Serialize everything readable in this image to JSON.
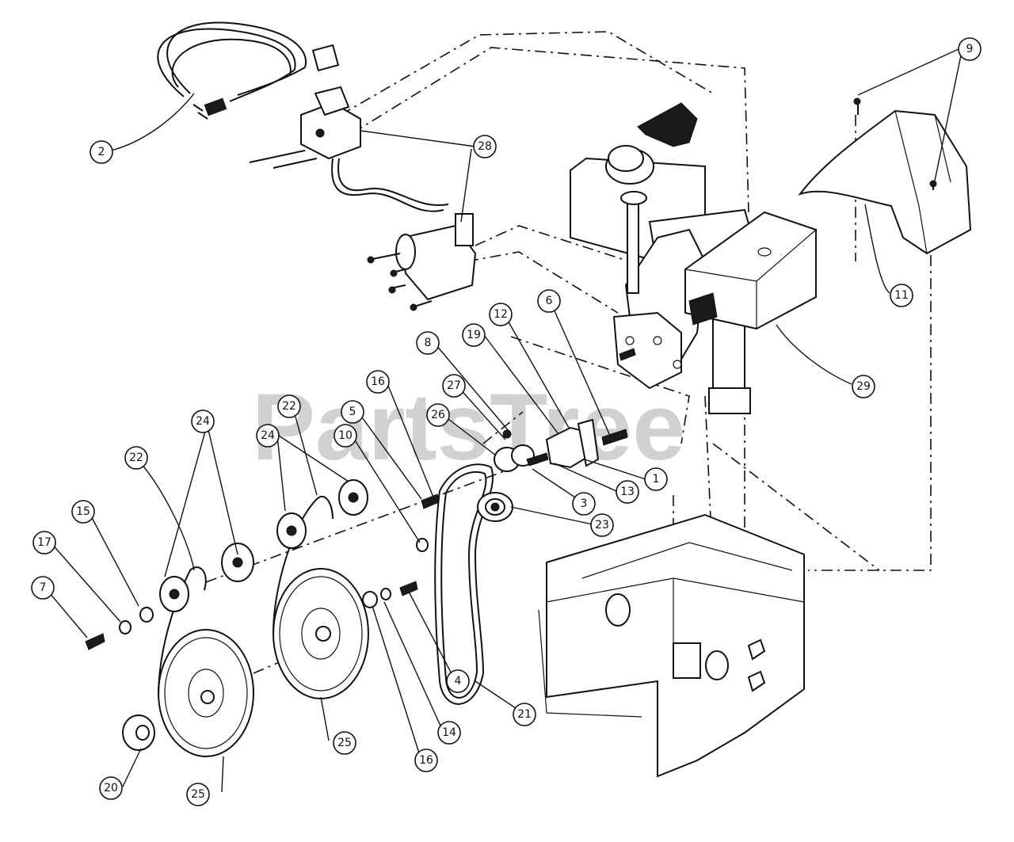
{
  "watermark": "PartsTree",
  "callouts": [
    {
      "id": "c2",
      "label": "2"
    },
    {
      "id": "c28",
      "label": "28"
    },
    {
      "id": "c9",
      "label": "9"
    },
    {
      "id": "c11",
      "label": "11"
    },
    {
      "id": "c29",
      "label": "29"
    },
    {
      "id": "c6",
      "label": "6"
    },
    {
      "id": "c12",
      "label": "12"
    },
    {
      "id": "c19",
      "label": "19"
    },
    {
      "id": "c8",
      "label": "8"
    },
    {
      "id": "c27",
      "label": "27"
    },
    {
      "id": "c26",
      "label": "26"
    },
    {
      "id": "c16a",
      "label": "16"
    },
    {
      "id": "c5",
      "label": "5"
    },
    {
      "id": "c10",
      "label": "10"
    },
    {
      "id": "c1",
      "label": "1"
    },
    {
      "id": "c13",
      "label": "13"
    },
    {
      "id": "c3",
      "label": "3"
    },
    {
      "id": "c23",
      "label": "23"
    },
    {
      "id": "c22a",
      "label": "22"
    },
    {
      "id": "c24a",
      "label": "24"
    },
    {
      "id": "c24b",
      "label": "24"
    },
    {
      "id": "c22b",
      "label": "22"
    },
    {
      "id": "c15",
      "label": "15"
    },
    {
      "id": "c17",
      "label": "17"
    },
    {
      "id": "c7",
      "label": "7"
    },
    {
      "id": "c4",
      "label": "4"
    },
    {
      "id": "c14",
      "label": "14"
    },
    {
      "id": "c16b",
      "label": "16"
    },
    {
      "id": "c21",
      "label": "21"
    },
    {
      "id": "c25a",
      "label": "25"
    },
    {
      "id": "c25b",
      "label": "25"
    },
    {
      "id": "c20",
      "label": "20"
    }
  ]
}
